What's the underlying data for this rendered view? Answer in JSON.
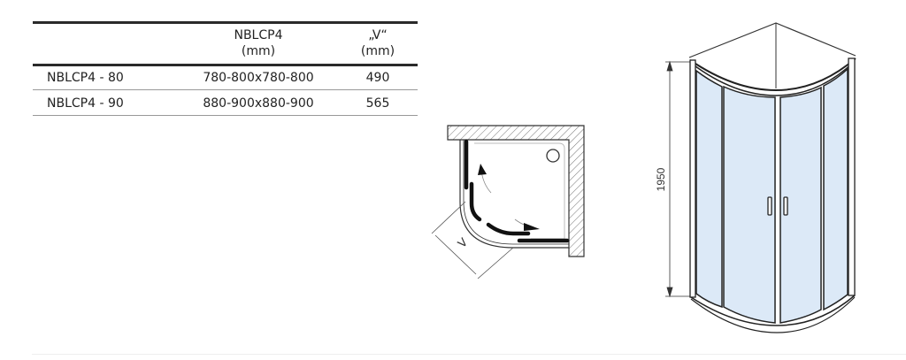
{
  "table": {
    "headers": [
      {
        "line1": "",
        "line2": ""
      },
      {
        "line1": "NBLCP4",
        "line2": "(mm)"
      },
      {
        "line1": "„V“",
        "line2": "(mm)"
      }
    ],
    "rows": [
      {
        "model": "NBLCP4 - 80",
        "size": "780-800x780-800",
        "v": "490"
      },
      {
        "model": "NBLCP4 - 90",
        "size": "880-900x880-900",
        "v": "565"
      }
    ]
  },
  "plan_view": {
    "dimension_label": "V"
  },
  "elevation_view": {
    "height_label": "1950",
    "glass_color": "#dce9f7"
  }
}
